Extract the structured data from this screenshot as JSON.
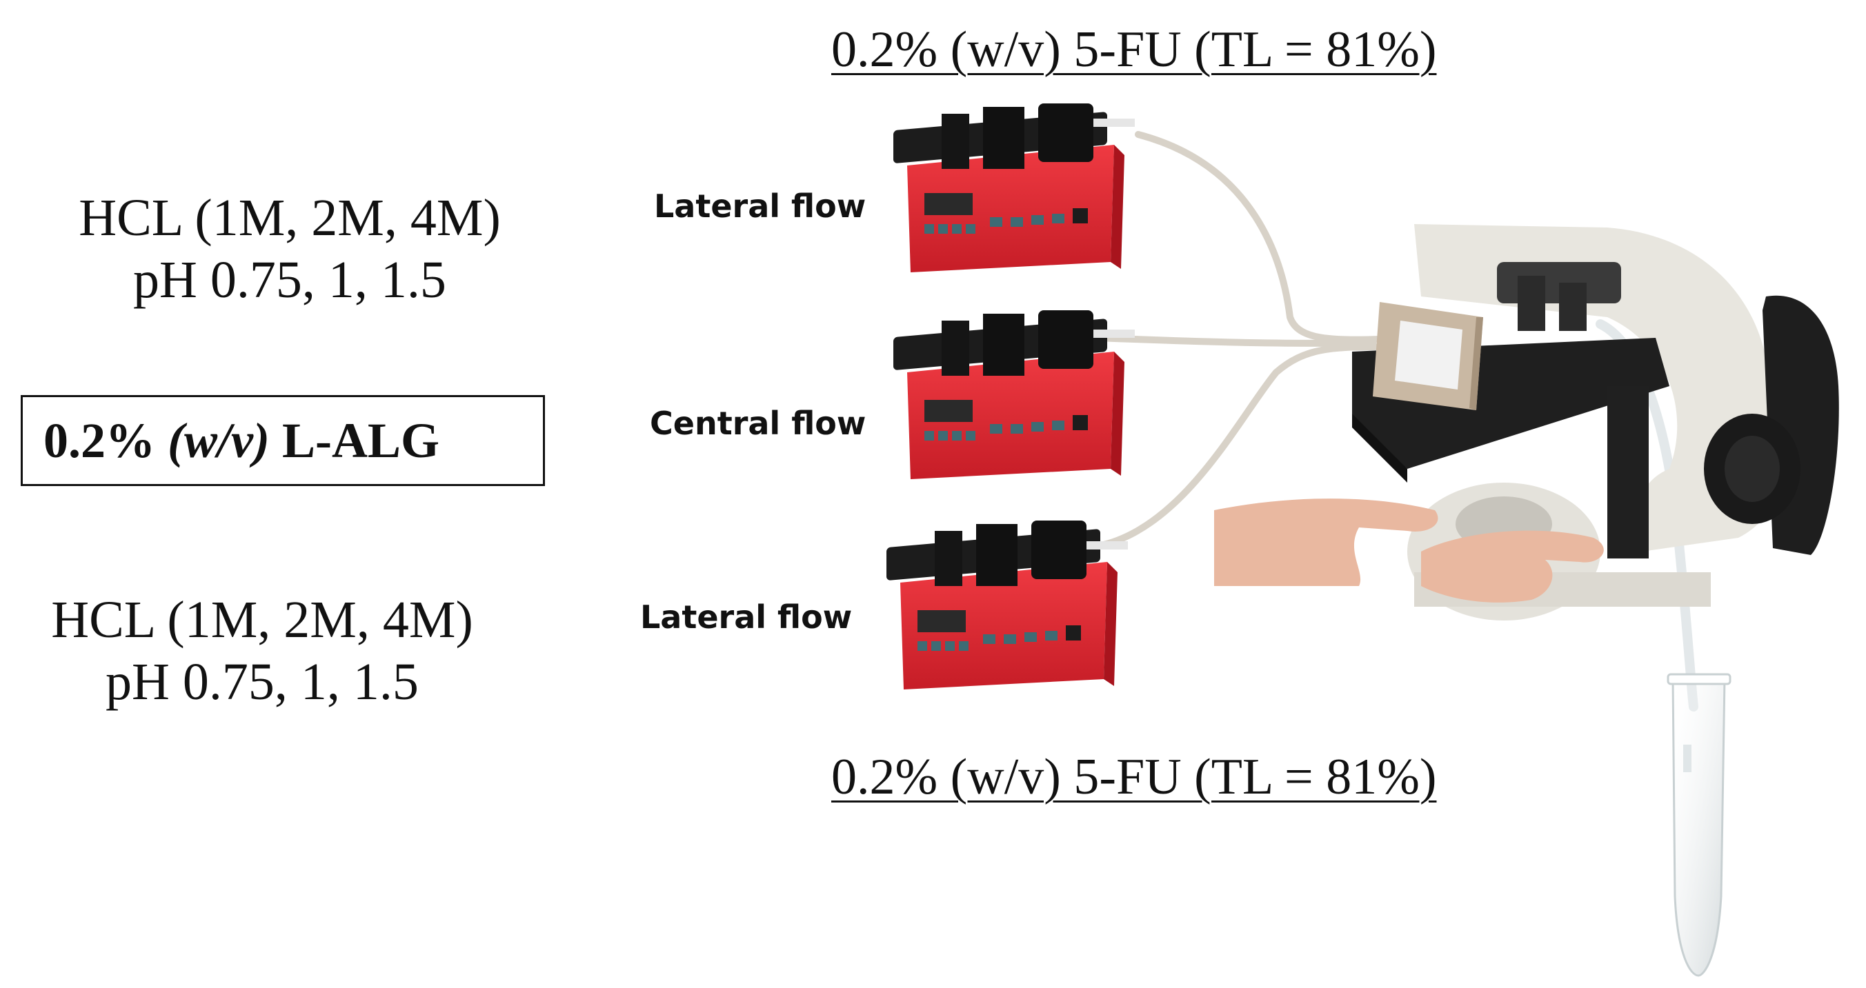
{
  "left_labels": {
    "hcl_top": {
      "line1": "HCL (1M, 2M, 4M)",
      "line2": "pH 0.75, 1, 1.5"
    },
    "lalg": {
      "bold_prefix": "0.2% ",
      "italic": "(w/v)",
      "bold_suffix": " L-ALG"
    },
    "hcl_bottom": {
      "line1": "HCL (1M, 2M, 4M)",
      "line2": "pH 0.75, 1, 1.5"
    }
  },
  "pump_labels": {
    "top": "Lateral flow",
    "middle": "Central flow",
    "bottom": "Lateral flow"
  },
  "fu_labels": {
    "top": "0.2% (w/v) 5-FU (TL = 81%)",
    "bottom": "0.2% (w/v) 5-FU (TL = 81%)"
  },
  "colors": {
    "pump_body": "#e0252f",
    "pump_dark": "#1c1c1c",
    "display": "#2a2a2a",
    "button": "#3e6b74",
    "tubing": "#dcd6cc",
    "microscope_body": "#e8e6df",
    "microscope_dark": "#202020",
    "chip": "#c9b8a3",
    "skin": "#e9b8a0"
  }
}
